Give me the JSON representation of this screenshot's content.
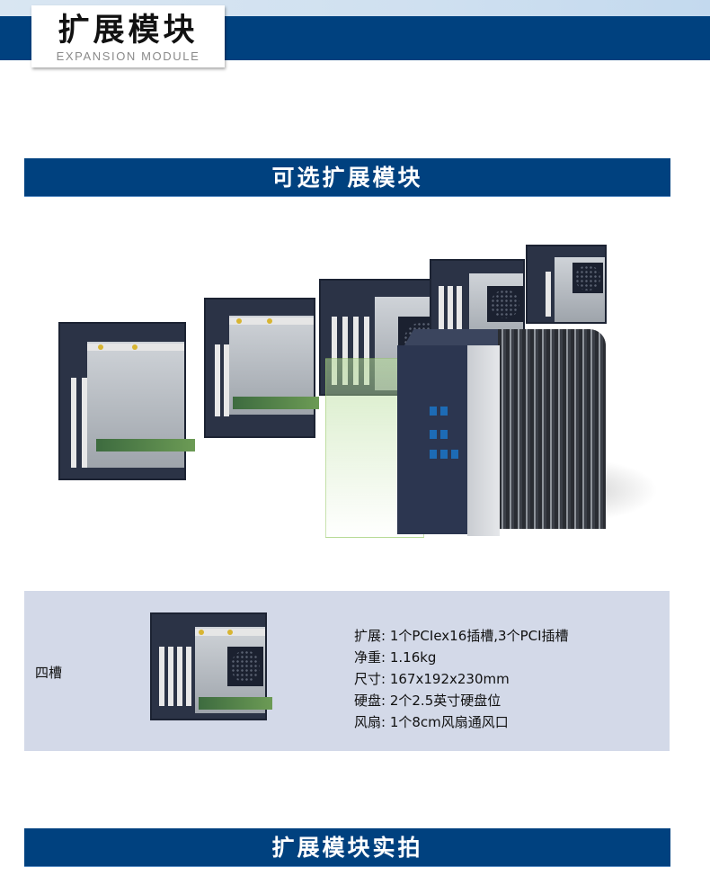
{
  "header": {
    "title_cn": "扩展模块",
    "title_en": "EXPANSION MODULE",
    "colors": {
      "navy": "#00417f",
      "light_band": "#d9e6f2"
    }
  },
  "sections": [
    {
      "title": "可选扩展模块"
    },
    {
      "title": "扩展模块实拍"
    }
  ],
  "hero": {
    "description": "Five expansion module chassis variants lined up behind a fanless embedded computer",
    "modules": [
      "two-slot module",
      "two-slot module",
      "four-slot module with fan",
      "four-slot module with fan",
      "two-slot module with fan"
    ],
    "computer": "fanless embedded box PC with finned heatsink"
  },
  "spec": {
    "label": "四槽",
    "rows": [
      {
        "key": "扩展:",
        "value": "1个PCIex16插槽,3个PCI插槽"
      },
      {
        "key": "净重:",
        "value": "1.16kg"
      },
      {
        "key": "尺寸:",
        "value": "167x192x230mm"
      },
      {
        "key": "硬盘:",
        "value": "2个2.5英寸硬盘位"
      },
      {
        "key": "风扇:",
        "value": "1个8cm风扇通风口"
      }
    ],
    "background": "#d3d9e8"
  }
}
